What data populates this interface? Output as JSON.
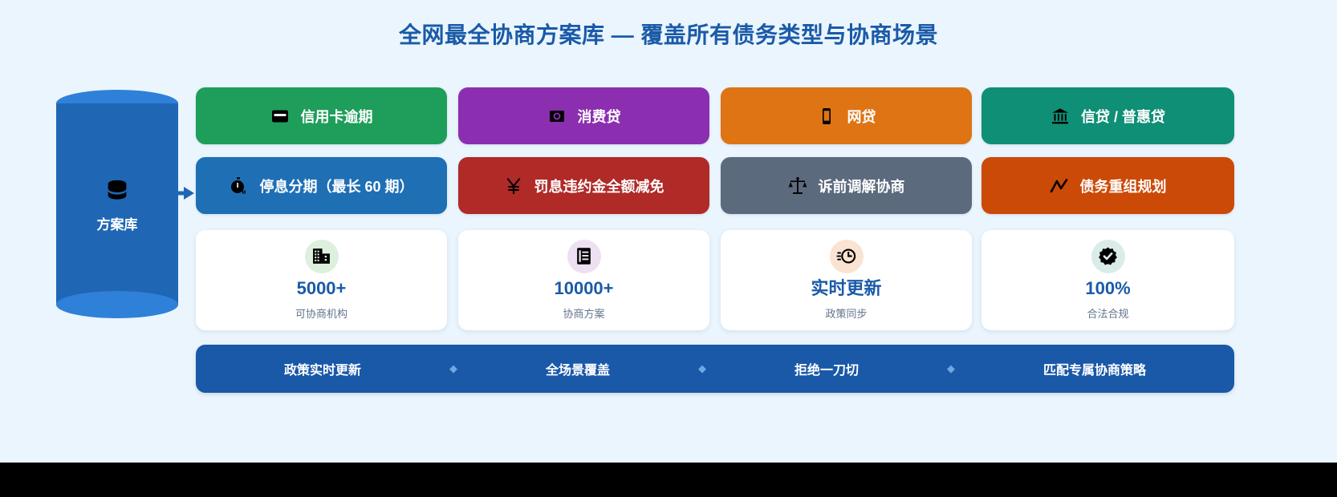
{
  "page": {
    "title": "全网最全协商方案库 — 覆盖所有债务类型与协商场景",
    "background_color": "#eaf5fd",
    "title_color": "#1a5aa8"
  },
  "source": {
    "label": "方案库",
    "icon": "database-icon",
    "color": "#1f66b5",
    "top_color": "#2f80d8"
  },
  "arrow": {
    "icon": "right-arrow-icon",
    "color": "#1f66b5"
  },
  "chips": [
    {
      "label": "信用卡逾期",
      "icon": "credit-card-icon",
      "color": "#1e9e5a"
    },
    {
      "label": "消费贷",
      "icon": "coin-circle-icon",
      "color": "#8b2fb0"
    },
    {
      "label": "网贷",
      "icon": "mobile-phone-icon",
      "color": "#de7413"
    },
    {
      "label": "信贷 / 普惠贷",
      "icon": "bank-icon",
      "color": "#0f8f76"
    },
    {
      "label": "停息分期（最长 60 期）",
      "icon": "pause-timer-icon",
      "color": "#1f6fb5"
    },
    {
      "label": "罚息违约金全额减免",
      "icon": "yuan-icon",
      "color": "#b02a28"
    },
    {
      "label": "诉前调解协商",
      "icon": "scales-icon",
      "color": "#5c6a7d"
    },
    {
      "label": "债务重组规划",
      "icon": "trend-line-icon",
      "color": "#cc4a07"
    }
  ],
  "stats": [
    {
      "value": "5000+",
      "label": "可协商机构",
      "icon": "building-icon",
      "halo_color": "#dcf0dd"
    },
    {
      "value": "10000+",
      "label": "协商方案",
      "icon": "document-icon",
      "halo_color": "#ece0f2"
    },
    {
      "value": "实时更新",
      "label": "政策同步",
      "icon": "fast-clock-icon",
      "halo_color": "#fae3d2"
    },
    {
      "value": "100%",
      "label": "合法合规",
      "icon": "verified-badge-icon",
      "halo_color": "#d9ecea"
    }
  ],
  "banner": {
    "background_color": "#1a58a8",
    "separator": "◆",
    "items": [
      "政策实时更新",
      "全场景覆盖",
      "拒绝一刀切",
      "匹配专属协商策略"
    ]
  }
}
